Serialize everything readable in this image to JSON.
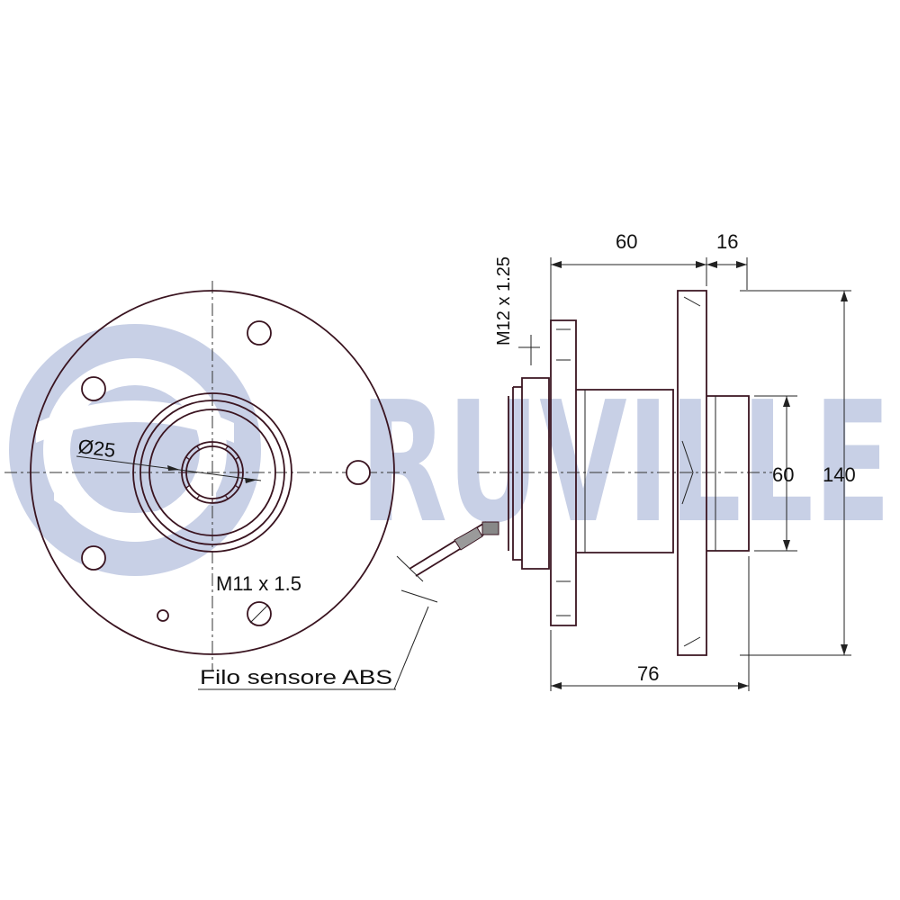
{
  "watermark": {
    "brand": "RUVILLE",
    "color": "#c8d0e6"
  },
  "labels": {
    "bore_diameter": "Ø25",
    "wheel_thread": "M11 x 1.5",
    "abs_wire": "Filo sensore ABS",
    "hub_thread": "M12 x 1.25",
    "dim_width": "60",
    "dim_flange": "16",
    "dim_overall_width": "76",
    "dim_pilot_diameter": "60",
    "dim_flange_diameter": "140"
  },
  "colors": {
    "line": "#222222",
    "part_outline": "#3a1420"
  }
}
